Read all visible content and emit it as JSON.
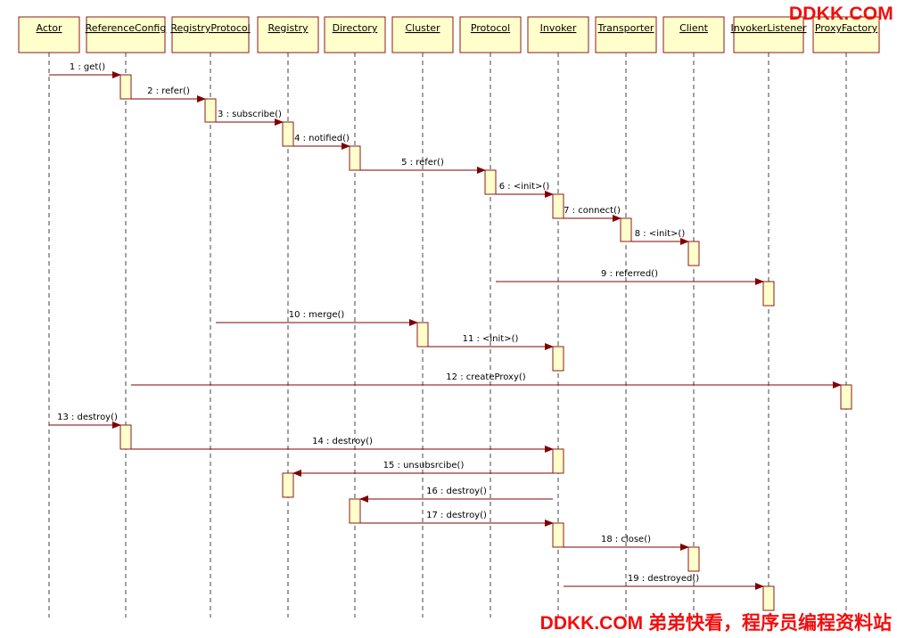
{
  "participants": [
    "Actor",
    "ReferenceConfig",
    "RegistryProtocol",
    "Registry",
    "Directory",
    "Cluster",
    "Protocol",
    "Invoker",
    "Transporter",
    "Client",
    "InvokerListener",
    "ProxyFactory"
  ],
  "messages": [
    {
      "label": "1 : get()",
      "from": 0,
      "to": 1
    },
    {
      "label": "2 : refer()",
      "from": 1,
      "to": 2
    },
    {
      "label": "3 : subscribe()",
      "from": 2,
      "to": 3
    },
    {
      "label": "4 : notified()",
      "from": 3,
      "to": 4
    },
    {
      "label": "5 : refer()",
      "from": 4,
      "to": 6
    },
    {
      "label": "6 : <init>()",
      "from": 6,
      "to": 7
    },
    {
      "label": "7 : connect()",
      "from": 7,
      "to": 8
    },
    {
      "label": "8 : <init>()",
      "from": 8,
      "to": 9
    },
    {
      "label": "9 : referred()",
      "from": 6,
      "to": 10
    },
    {
      "label": "10 : merge()",
      "from": 2,
      "to": 5
    },
    {
      "label": "11 : <init>()",
      "from": 5,
      "to": 7
    },
    {
      "label": "12 : createProxy()",
      "from": 1,
      "to": 11
    },
    {
      "label": "13 : destroy()",
      "from": 0,
      "to": 1
    },
    {
      "label": "14 : destroy()",
      "from": 1,
      "to": 7
    },
    {
      "label": "15 : unsubsrcibe()",
      "from": 7,
      "to": 3
    },
    {
      "label": "16 : destroy()",
      "from": 7,
      "to": 4
    },
    {
      "label": "17 : destroy()",
      "from": 4,
      "to": 7
    },
    {
      "label": "18 : close()",
      "from": 7,
      "to": 9
    },
    {
      "label": "19 : destroyed()",
      "from": 7,
      "to": 10
    }
  ],
  "watermark": {
    "top": "DDKK.COM",
    "bottom": "DDKK.COM 弟弟快看，程序员编程资料站"
  },
  "colors": {
    "box_fill": "#ffffcc",
    "box_border": "#8c1a1a",
    "arrow": "#800000",
    "lifeline": "#444444",
    "text": "#000000",
    "watermark": "#f20d0d"
  }
}
